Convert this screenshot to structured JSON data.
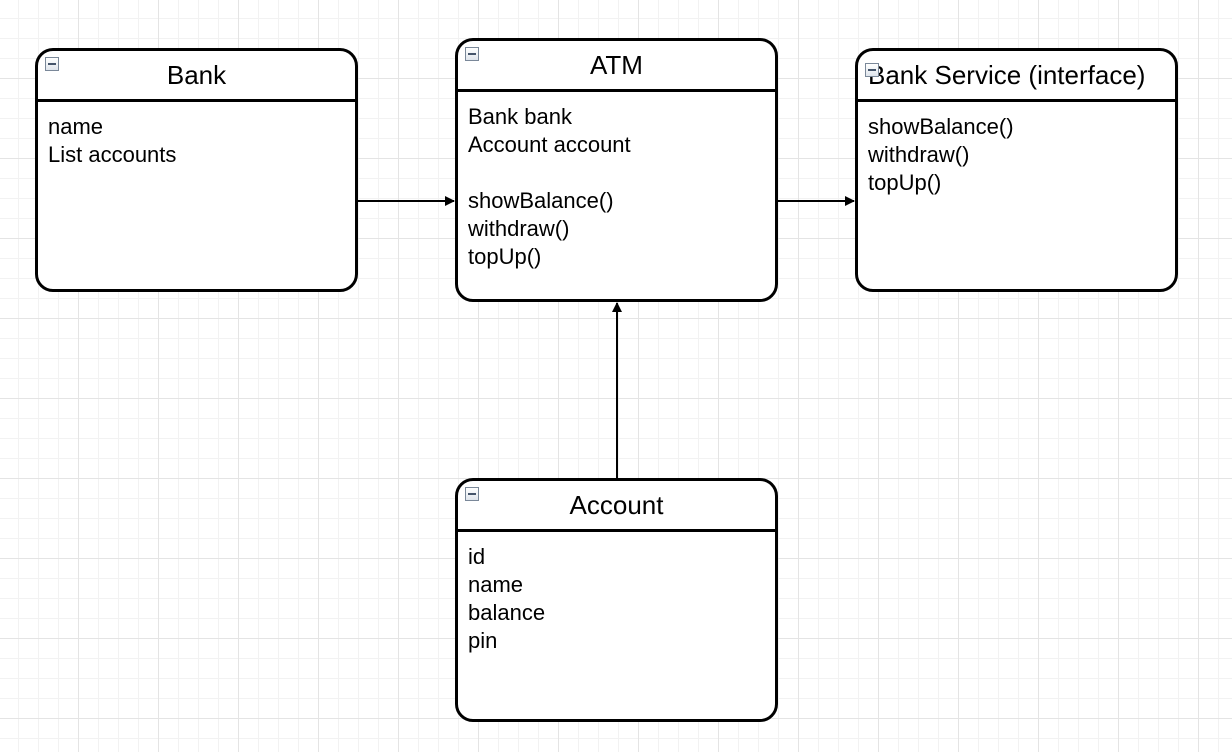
{
  "classes": {
    "bank": {
      "title": "Bank",
      "members": [
        "name",
        "List accounts",
        "",
        "",
        ""
      ]
    },
    "atm": {
      "title": "ATM",
      "members": [
        "Bank bank",
        "Account account",
        "",
        "showBalance()",
        "withdraw()",
        "topUp()"
      ]
    },
    "service": {
      "title": "Bank Service (interface)",
      "members": [
        "showBalance()",
        "withdraw()",
        "topUp()",
        "",
        ""
      ]
    },
    "account": {
      "title": "Account",
      "members": [
        "id",
        "name",
        "balance",
        "pin"
      ]
    }
  },
  "colors": {
    "stroke": "#000000",
    "grid": "#e4e4e4",
    "background": "#ffffff"
  },
  "icons": {
    "collapse": "minus-box-icon"
  }
}
